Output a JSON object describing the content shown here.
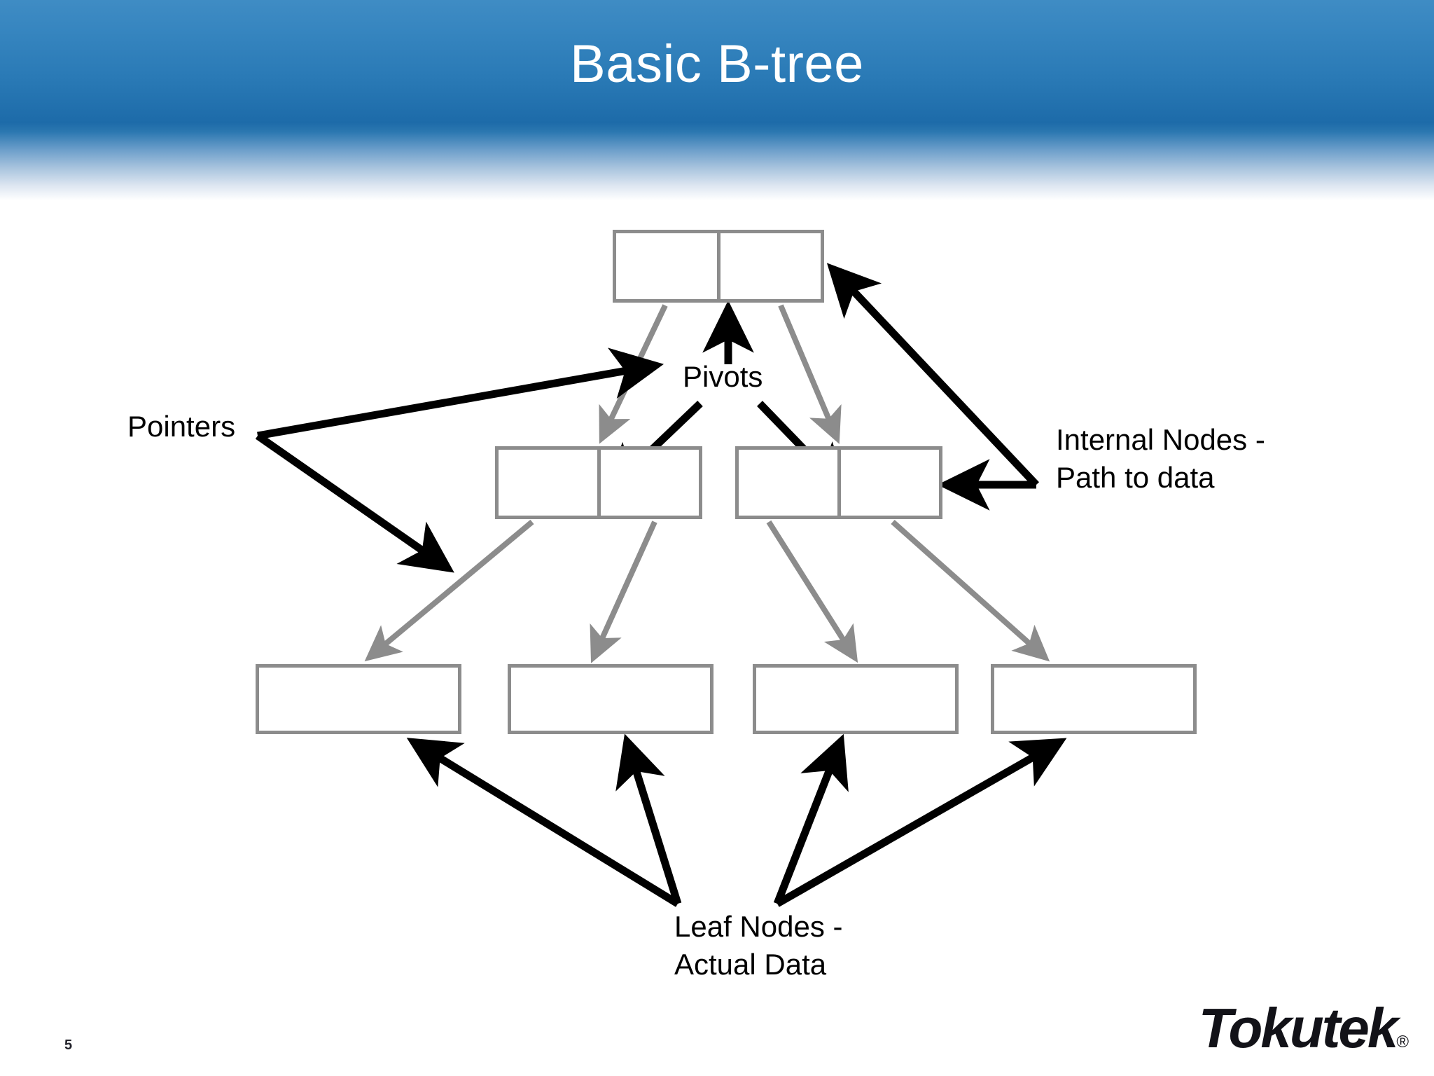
{
  "slide": {
    "title": "Basic B-tree",
    "number": "5",
    "logo_text": "Tokutek",
    "logo_mark": "®",
    "header_color_top": "#3f8cc4",
    "header_color_deep": "#1d6ba9",
    "node_stroke_color": "#8c8c8c",
    "annotation_color": "#000000"
  },
  "labels": {
    "pointers": "Pointers",
    "pivots": "Pivots",
    "internal_line1": "Internal Nodes -",
    "internal_line2": "Path to data",
    "leaf_line1": "Leaf Nodes -",
    "leaf_line2": "Actual Data"
  },
  "diagram": {
    "type": "b-tree",
    "levels": 3,
    "root": {
      "label": "",
      "cells": 2
    },
    "internal_nodes": [
      {
        "label": "",
        "cells": 2
      },
      {
        "label": "",
        "cells": 2
      }
    ],
    "leaf_nodes": [
      {
        "label": "",
        "cells": 1
      },
      {
        "label": "",
        "cells": 1
      },
      {
        "label": "",
        "cells": 1
      },
      {
        "label": "",
        "cells": 1
      }
    ]
  }
}
